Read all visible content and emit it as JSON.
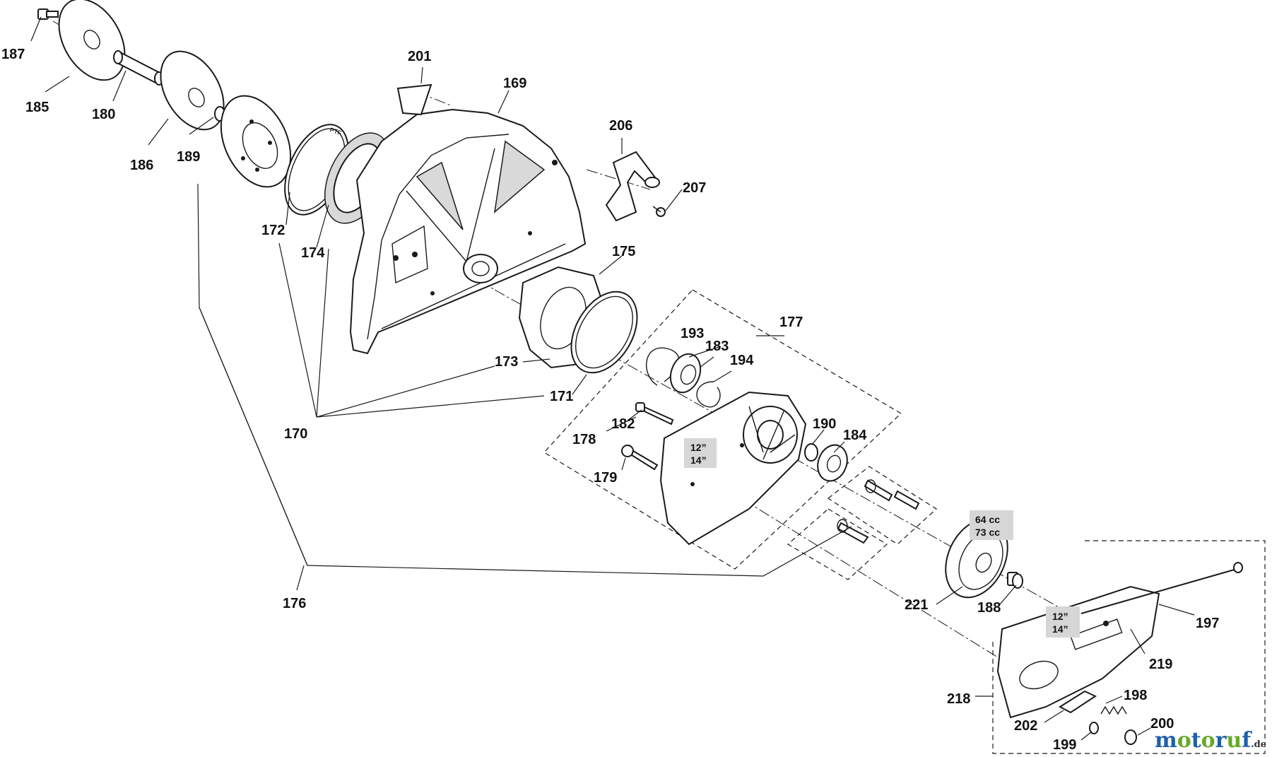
{
  "parts": {
    "p169": "169",
    "p170": "170",
    "p171": "171",
    "p172": "172",
    "p173": "173",
    "p174": "174",
    "p175": "175",
    "p176": "176",
    "p177": "177",
    "p178": "178",
    "p179": "179",
    "p180": "180",
    "p182": "182",
    "p183": "183",
    "p184": "184",
    "p185": "185",
    "p186": "186",
    "p187": "187",
    "p188": "188",
    "p189": "189",
    "p190": "190",
    "p193": "193",
    "p194": "194",
    "p197": "197",
    "p198": "198",
    "p199": "199",
    "p200": "200",
    "p201": "201",
    "p202": "202",
    "p206": "206",
    "p207": "207",
    "p218": "218",
    "p219": "219",
    "p221": "221"
  },
  "variant_tags": {
    "arm_size_line1": "12”",
    "arm_size_line2": "14”",
    "pulley_cc_line1": "64 cc",
    "pulley_cc_line2": "73 cc",
    "cover_size_line1": "12”",
    "cover_size_line2": "14”"
  },
  "ring_marking": "PTF",
  "logo": {
    "text": "motoruf",
    "domain": ".de"
  },
  "colors": {
    "line": "#1a1a1a",
    "tag_bg": "#d6d6d6",
    "logo_blue": "#1f5fa8",
    "logo_green": "#6aa82a"
  }
}
